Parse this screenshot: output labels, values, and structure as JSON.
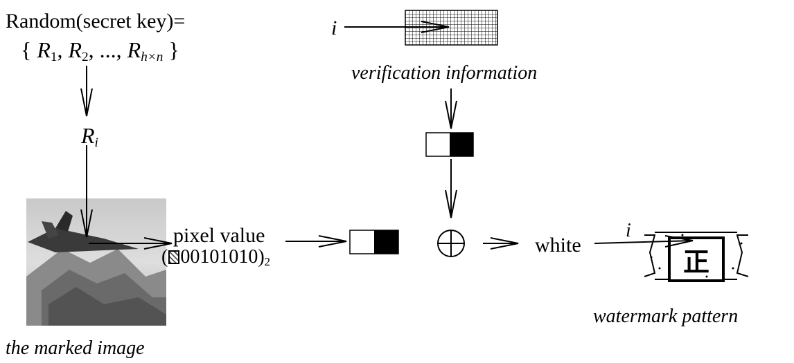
{
  "labels": {
    "random_key": "Random(secret key)=",
    "random_set": {
      "open": "{ ",
      "r1": "R",
      "s1": "1",
      "sep1": ", ",
      "r2": "R",
      "s2": "2",
      "sep2": ", ..., ",
      "rn": "R",
      "sn": "h×n",
      "close": " }"
    },
    "ri": {
      "r": "R",
      "sub": "i"
    },
    "index_top": "i",
    "verification_information": "verification information",
    "pixel_value": "pixel value",
    "binary": {
      "open": "(",
      "first_bit": "0",
      "rest": "0101010",
      "close": ")",
      "base": "2"
    },
    "white": "white",
    "index_right": "i",
    "watermark_pattern": "watermark pattern",
    "marked_image": "the marked image",
    "watermark_glyph": "正"
  },
  "colors": {
    "stroke": "#000000",
    "background": "#ffffff"
  }
}
